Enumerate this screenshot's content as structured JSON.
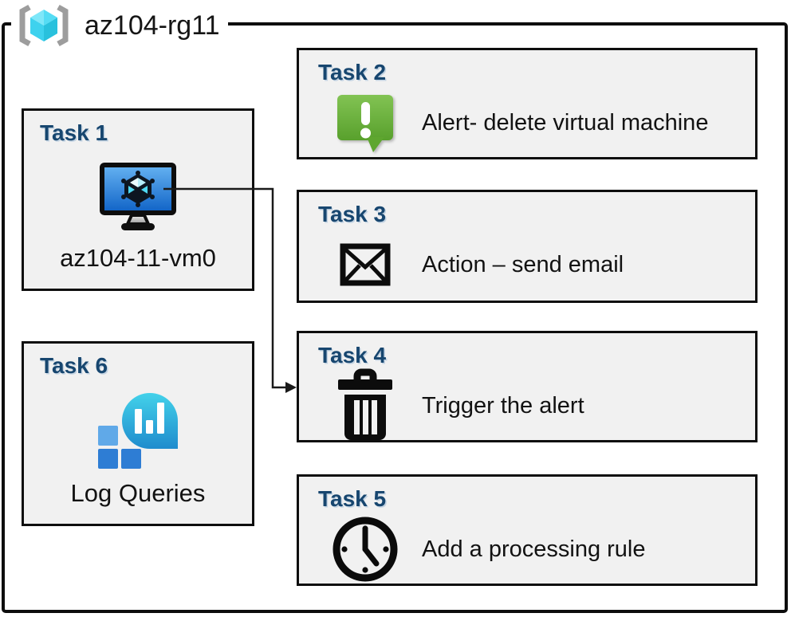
{
  "resource_group": {
    "name": "az104-rg11",
    "icon": "resource-group-icon"
  },
  "tasks": [
    {
      "label": "Task 1",
      "icon": "virtual-machine-icon",
      "text": "az104-11-vm0"
    },
    {
      "label": "Task 2",
      "icon": "alert-icon",
      "text": "Alert- delete virtual machine"
    },
    {
      "label": "Task 3",
      "icon": "email-icon",
      "text": "Action – send email"
    },
    {
      "label": "Task 4",
      "icon": "trash-icon",
      "text": "Trigger the alert"
    },
    {
      "label": "Task 5",
      "icon": "clock-icon",
      "text": "Add a processing rule"
    },
    {
      "label": "Task 6",
      "icon": "log-analytics-icon",
      "text": "Log Queries"
    }
  ],
  "connector": {
    "from": "Task 1 virtual machine",
    "to": "Task 4",
    "style": "elbow-arrow"
  },
  "colors": {
    "task_label": "#17466f",
    "box_fill": "#f1f1f1",
    "box_border": "#0e0e0e",
    "alert_green_top": "#82c353",
    "alert_green_bottom": "#58a02c",
    "vm_screen_top": "#66b3f2",
    "vm_screen_bottom": "#0f62c6",
    "log_bubble_top": "#43d2ea",
    "log_bubble_bottom": "#1f8ccd",
    "log_square_light": "#60a9e8",
    "log_square_dark": "#2e7dd4",
    "rg_cube_cyan": "#55dcf4",
    "rg_bracket_gray": "#9d9d9d"
  }
}
